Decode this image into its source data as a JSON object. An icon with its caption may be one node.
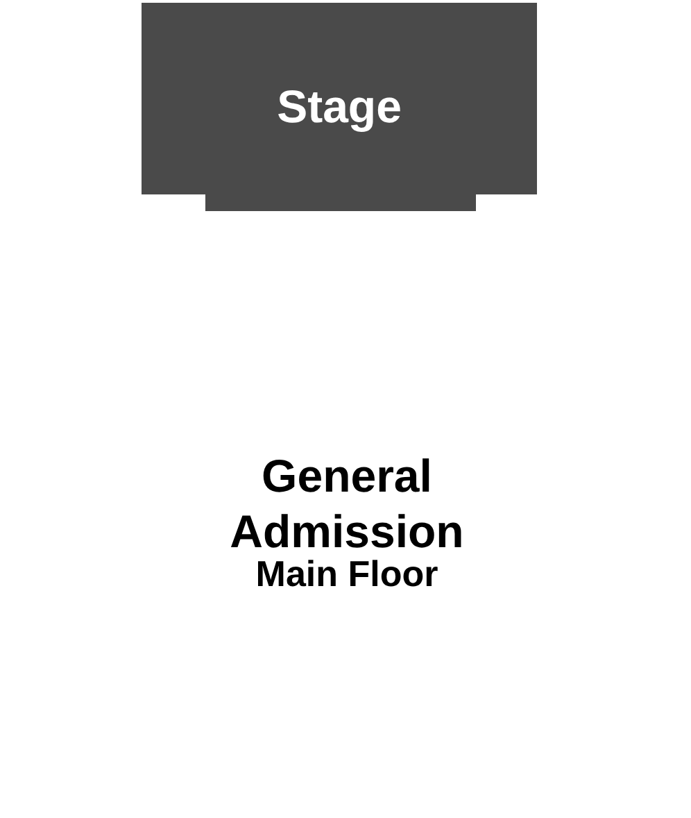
{
  "diagram": {
    "nodes": [
      {
        "text": [
          "Stage"
        ]
      }
    ],
    "labels": [
      "General Admission",
      "Main Floor"
    ]
  }
}
